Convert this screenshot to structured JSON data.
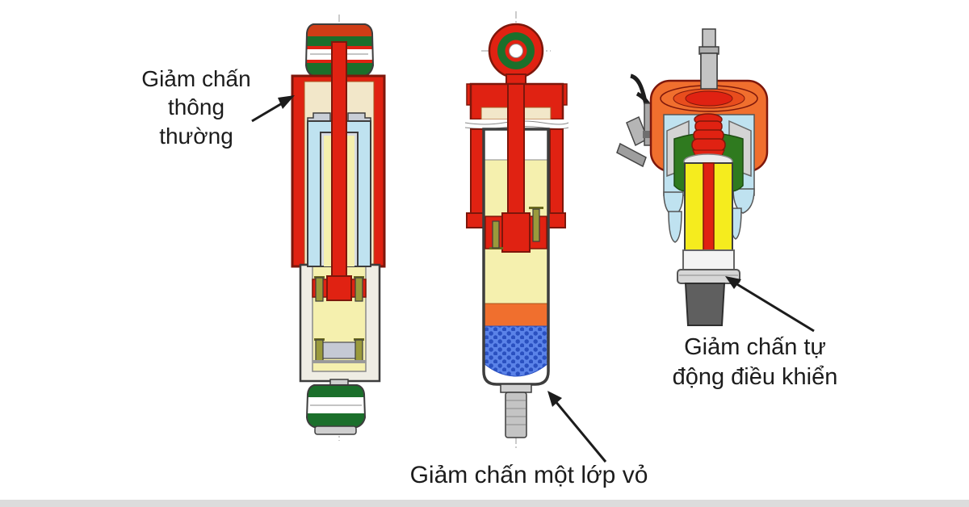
{
  "diagram": {
    "labels": {
      "conventional": {
        "lines": [
          "Giảm chấn",
          "thông",
          "thường"
        ]
      },
      "mono_tube": {
        "text": "Giảm chấn một lớp vỏ"
      },
      "auto_controlled": {
        "lines": [
          "Giảm chấn tự",
          "động điều khiển"
        ]
      }
    },
    "palette": {
      "ink": "#1c1c1c",
      "red": "#e02212",
      "dark_red": "#7d170b",
      "orange": "#f06f2e",
      "cream": "#f2e7c9",
      "pale_yellow": "#f5f0ae",
      "light_blue": "#bfe2f0",
      "green": "#1b6f2b",
      "bright_green": "#2f7a1f",
      "yellow": "#f5ec1e",
      "gas_blue": "#5b83e8",
      "gas_dark": "#2a50c0",
      "olive": "#9a9a3c",
      "metal": "#c4c4c4",
      "dark_gray": "#5f5f5f"
    }
  }
}
